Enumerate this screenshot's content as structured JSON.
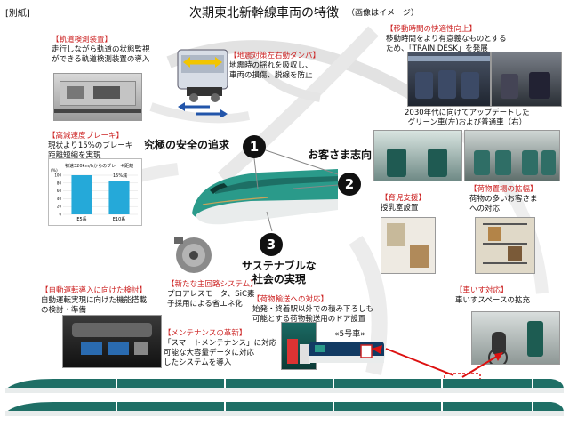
{
  "header": {
    "tag": "[別紙]",
    "title": "次期東北新幹線車両の特徴",
    "note": "（画像はイメージ）"
  },
  "center": {
    "num1": "1",
    "label1": "究極の安全の追求",
    "num2": "2",
    "label2": "お客さま志向",
    "num3": "3",
    "label3": "サステナブルな\n社会の実現"
  },
  "features": {
    "track": {
      "head": "【軌道検測装置】",
      "body": "走行しながら軌道の状態監視\nができる軌道検測装置の導入"
    },
    "damper": {
      "head": "【地震対策左右動ダンパ】",
      "body": "地震時の揺れを吸収し、\n車両の損傷、脱線を防止"
    },
    "brake": {
      "head": "【高減速度ブレーキ】",
      "body": "現状より15%のブレーキ\n距離短縮を実現"
    },
    "auto": {
      "head": "【自動運転導入に向けた検討】",
      "body": "自動運転実現に向けた機能搭載\nの検討・準備"
    },
    "motor": {
      "head": "【新たな主回路システム】",
      "body": "プロアレスモータ、SiC素\n子採用による省エネ化"
    },
    "maint": {
      "head": "【メンテナンスの革新】",
      "body": "「スマートメンテナンス」に対応\n可能な大容量データに対応\nしたシステムを導入"
    },
    "comfort": {
      "head": "【移動時間の快適性向上】",
      "body": "移動時間をより有意義なものとする\nため、「TRAIN DESK」を発展"
    },
    "green": {
      "body": "2030年代に向けてアップデートした\nグリーン車(左)および普通車（右）"
    },
    "childcare": {
      "head": "【育児支援】",
      "body": "授乳室設置"
    },
    "luggage": {
      "head": "【荷物置場の拡幅】",
      "body": "荷物の多いお客さま\nへの対応"
    },
    "cargo": {
      "head": "【荷物輸送への対応】",
      "body": "始発・終着駅以外での積み下ろしも\n可能とする荷物輸送用のドア設置"
    },
    "car5": "«5号車»",
    "wheelchair": {
      "head": "【車いす対応】",
      "body": "車いすスペースの拡充"
    }
  },
  "chart_data": {
    "type": "bar",
    "title": "初速320km/hからのブレーキ距離",
    "categories": [
      "E5系",
      "E10系"
    ],
    "values": [
      100,
      85
    ],
    "annotation": "15%減",
    "ylabel": "(%)",
    "yticks": [
      "100",
      "80",
      "60",
      "40",
      "20",
      "0"
    ],
    "ylim": [
      0,
      100
    ],
    "colors": {
      "E5": "#25a9d9",
      "E10": "#25a9d9"
    }
  },
  "colors": {
    "accent_red": "#cc2222",
    "train_teal": "#2a9a8a",
    "train_white": "#e8e8e8"
  }
}
